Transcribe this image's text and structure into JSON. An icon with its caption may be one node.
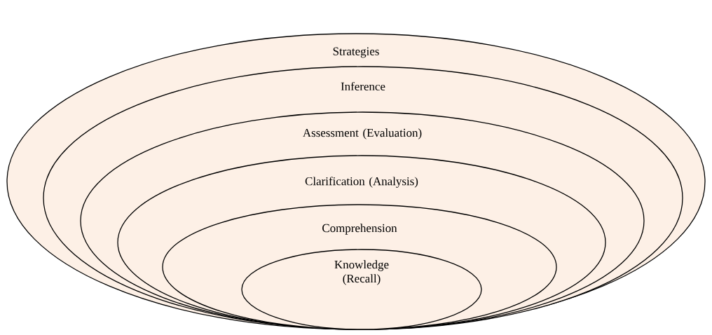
{
  "diagram": {
    "nodes": [
      {
        "text": [
          "Strategies"
        ]
      },
      {
        "text": [
          "Inference"
        ],
        "in": 0
      },
      {
        "text": [
          "Assessment (Evaluation)"
        ],
        "in": 1
      },
      {
        "text": [
          "Clarification (Analysis)"
        ],
        "in": 2
      },
      {
        "text": [
          "Comprehension"
        ],
        "in": 3
      },
      {
        "text": [
          "Knowledge (Recall)"
        ],
        "in": 4
      }
    ]
  }
}
